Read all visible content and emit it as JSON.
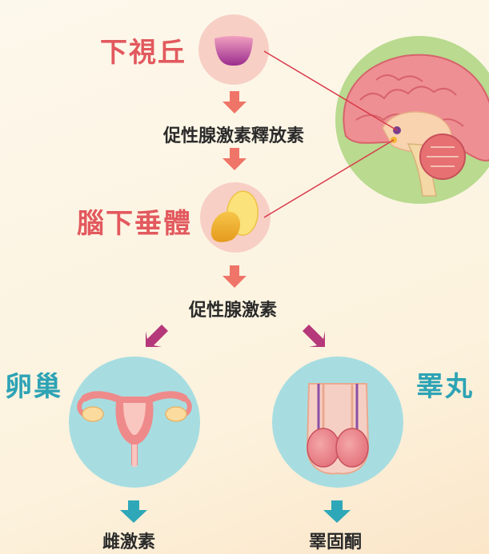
{
  "labels": {
    "hypothalamus": "下視丘",
    "pituitary": "腦下垂體",
    "ovary": "卵巢",
    "testis": "睪丸"
  },
  "hormones": {
    "gnrh": "促性腺激素釋放素",
    "gonadotropin": "促性腺激素",
    "estrogen": "雌激素",
    "testosterone": "睪固酮"
  },
  "colors": {
    "pink_circle": "#f7cfc5",
    "teal_circle": "#a7dde1",
    "brain_bg": "#b9da8f",
    "red_label": "#e2595e",
    "teal_label": "#2da3b5",
    "arrow_red": "#ef7568",
    "arrow_magenta": "#b5387a",
    "arrow_teal": "#2ea7b8",
    "pointer_line": "#d93a4a"
  },
  "icons": [
    "brain-icon",
    "hypothalamus-icon",
    "pituitary-gland-icon",
    "uterus-ovary-icon",
    "testis-icon"
  ]
}
